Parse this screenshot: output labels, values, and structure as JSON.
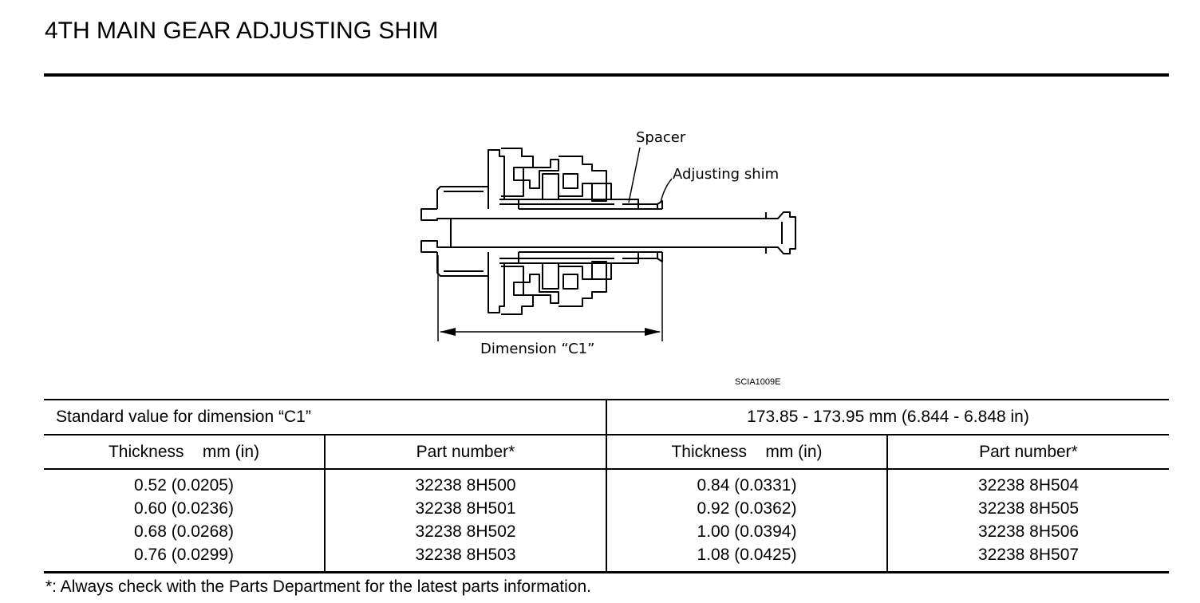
{
  "page": {
    "title": "4TH MAIN GEAR ADJUSTING SHIM"
  },
  "figure": {
    "label_spacer": "Spacer",
    "label_shim": "Adjusting shim",
    "label_dimension": "Dimension “C1”",
    "figure_id": "SCIA1009E"
  },
  "table": {
    "standard_label": "Standard value for dimension “C1”",
    "standard_value": "173.85 - 173.95 mm (6.844 - 6.848 in)",
    "headers": [
      "Thickness    mm (in)",
      "Part number*",
      "Thickness    mm (in)",
      "Part number*"
    ],
    "rows": [
      [
        "0.52 (0.0205)",
        "32238 8H500",
        "0.84 (0.0331)",
        "32238 8H504"
      ],
      [
        "0.60 (0.0236)",
        "32238 8H501",
        "0.92 (0.0362)",
        "32238 8H505"
      ],
      [
        "0.68 (0.0268)",
        "32238 8H502",
        "1.00 (0.0394)",
        "32238 8H506"
      ],
      [
        "0.76 (0.0299)",
        "32238 8H503",
        "1.08 (0.0425)",
        "32238 8H507"
      ]
    ]
  },
  "footnote": "*: Always check with the Parts Department for the latest parts information."
}
